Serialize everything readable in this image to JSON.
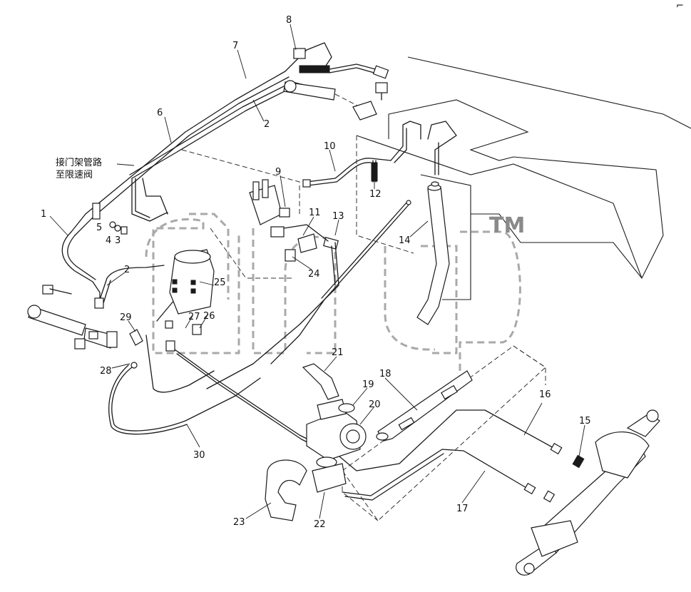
{
  "note": {
    "line1": "接门架管路",
    "line2": "至限速阀"
  },
  "callouts": [
    "1",
    "2",
    "2",
    "3",
    "4",
    "5",
    "6",
    "7",
    "8",
    "9",
    "10",
    "11",
    "12",
    "13",
    "14",
    "15",
    "16",
    "17",
    "18",
    "19",
    "20",
    "21",
    "22",
    "23",
    "24",
    "25",
    "26",
    "27",
    "28",
    "29",
    "30"
  ],
  "watermark": {
    "mark": "TM"
  },
  "corner_mark": "⌐"
}
